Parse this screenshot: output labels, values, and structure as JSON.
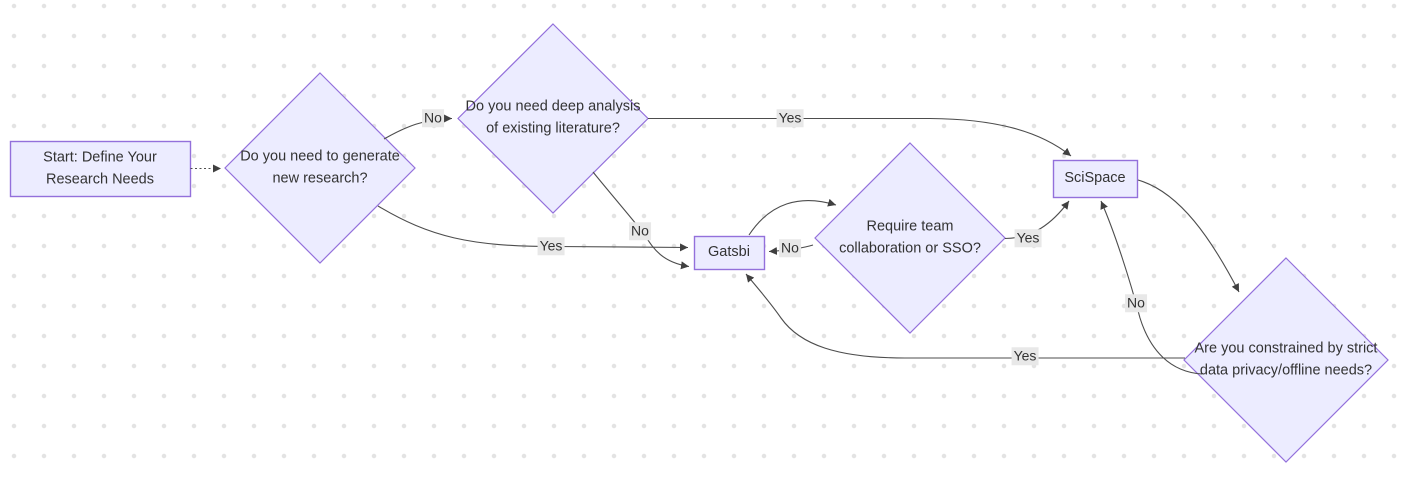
{
  "diagram": {
    "type": "flowchart",
    "style": {
      "node_fill": "#ECECFF",
      "node_border": "#9370DB",
      "edge_color": "#4d4d4d",
      "edge_label_background": "#e8e8e8",
      "text_color": "#333333",
      "canvas_dot_color": "#e3e3e3",
      "canvas_background": "#ffffff"
    },
    "nodes": [
      {
        "id": "start",
        "type": "rectangle",
        "label": "Start: Define Your Research Needs"
      },
      {
        "id": "generate",
        "type": "diamond",
        "label": "Do you need to generate new research?"
      },
      {
        "id": "deep",
        "type": "diamond",
        "label": "Do you need deep analysis of existing literature?"
      },
      {
        "id": "gatsbi",
        "type": "rectangle",
        "label": "Gatsbi"
      },
      {
        "id": "team",
        "type": "diamond",
        "label": "Require team collaboration or SSO?"
      },
      {
        "id": "scispace",
        "type": "rectangle",
        "label": "SciSpace"
      },
      {
        "id": "privacy",
        "type": "diamond",
        "label": "Are you constrained by strict data privacy/offline needs?"
      }
    ],
    "edges": [
      {
        "from": "start",
        "to": "generate",
        "label": ""
      },
      {
        "from": "generate",
        "to": "deep",
        "label": "No"
      },
      {
        "from": "generate",
        "to": "gatsbi",
        "label": "Yes"
      },
      {
        "from": "deep",
        "to": "scispace",
        "label": "Yes"
      },
      {
        "from": "deep",
        "to": "gatsbi",
        "label": "No"
      },
      {
        "from": "gatsbi",
        "to": "team",
        "label": ""
      },
      {
        "from": "team",
        "to": "gatsbi",
        "label": "No"
      },
      {
        "from": "team",
        "to": "scispace",
        "label": "Yes"
      },
      {
        "from": "scispace",
        "to": "privacy",
        "label": ""
      },
      {
        "from": "privacy",
        "to": "scispace",
        "label": "No"
      },
      {
        "from": "privacy",
        "to": "gatsbi",
        "label": "Yes"
      }
    ]
  }
}
